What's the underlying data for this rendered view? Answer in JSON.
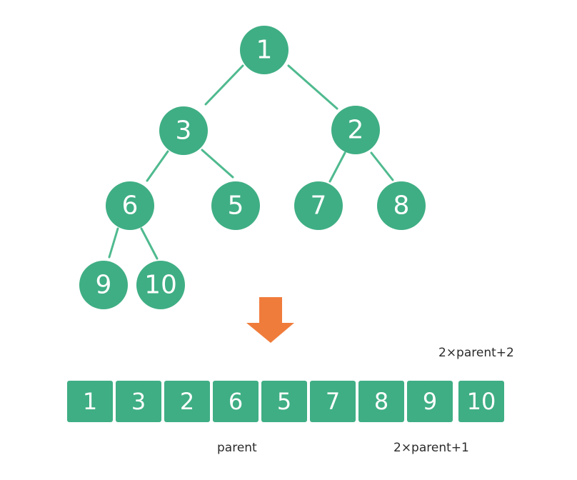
{
  "tree": {
    "nodes": [
      "1",
      "3",
      "2",
      "6",
      "5",
      "7",
      "8",
      "9",
      "10"
    ]
  },
  "array": {
    "cells": [
      "1",
      "3",
      "2",
      "6",
      "5",
      "7",
      "8",
      "9",
      "10"
    ]
  },
  "labels": {
    "parent": "parent",
    "left_child": "2×parent+1",
    "right_child": "2×parent+2"
  },
  "colors": {
    "node": "#3fae84",
    "edge": "#4fba8f",
    "arrow": "#f07c3c"
  },
  "icons": {
    "arrow": "down-arrow-icon"
  }
}
